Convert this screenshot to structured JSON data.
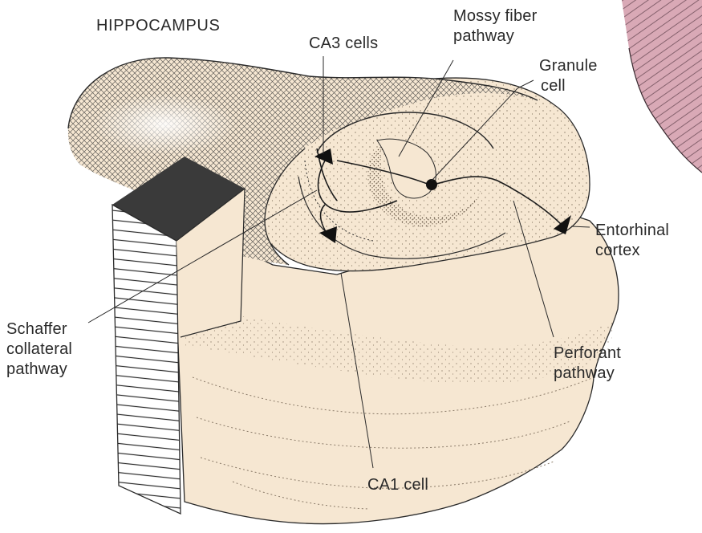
{
  "diagram": {
    "title": "HIPPOCAMPUS",
    "labels": {
      "ca3_cells": "CA3 cells",
      "mossy_fiber": [
        "Mossy fiber",
        "pathway"
      ],
      "granule_cell": [
        "Granule",
        "cell"
      ],
      "entorhinal_cortex": [
        "Entorhinal",
        "cortex"
      ],
      "schaffer_collateral": [
        "Schaffer",
        "collateral",
        "pathway"
      ],
      "perforant_pathway": [
        "Perforant",
        "pathway"
      ],
      "ca1_cell": "CA1 cell"
    }
  },
  "colors": {
    "tissue": "#f6e7d2",
    "tissue_shade": "#ead3b4",
    "hatch": "#3a3a3a",
    "ink": "#1c1c1c",
    "label": "#2a2a2a",
    "neighbor_tissue": "#d9a9b6"
  }
}
